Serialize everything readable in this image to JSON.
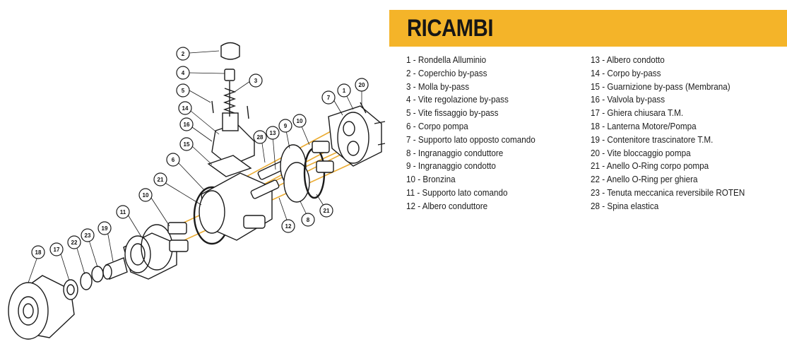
{
  "title": "RICAMBI",
  "parts_col1": [
    "1 - Rondella Alluminio",
    "2 - Coperchio by-pass",
    "3 - Molla by-pass",
    "4 - Vite regolazione by-pass",
    "5 - Vite fissaggio by-pass",
    "6 - Corpo pompa",
    "7 - Supporto lato opposto comando",
    "8 - Ingranaggio conduttore",
    "9 - Ingranaggio condotto",
    "10 - Bronzina",
    "11 - Supporto lato comando",
    "12 - Albero conduttore"
  ],
  "parts_col2": [
    "13 - Albero condotto",
    "14 - Corpo by-pass",
    "15 - Guarnizione by-pass (Membrana)",
    "16 - Valvola by-pass",
    "17 - Ghiera chiusara T.M.",
    "18 - Lanterna Motore/Pompa",
    "19 - Contenitore trascinatore T.M.",
    "20 - Vite bloccaggio pompa",
    "21 - Anello O-Ring corpo pompa",
    "22 - Anello O-Ring per ghiera",
    "23 - Tenuta meccanica reversibile ROTEN",
    "28 - Spina elastica"
  ],
  "callouts": [
    "2",
    "4",
    "3",
    "5",
    "14",
    "16",
    "15",
    "6",
    "21",
    "10",
    "11",
    "19",
    "23",
    "22",
    "17",
    "18",
    "28",
    "13",
    "9",
    "10",
    "7",
    "1",
    "20",
    "21",
    "8",
    "12"
  ],
  "colors": {
    "banner": "#f4b429",
    "guide_lines": "#e8a21c",
    "outline": "#1a1a1a"
  }
}
